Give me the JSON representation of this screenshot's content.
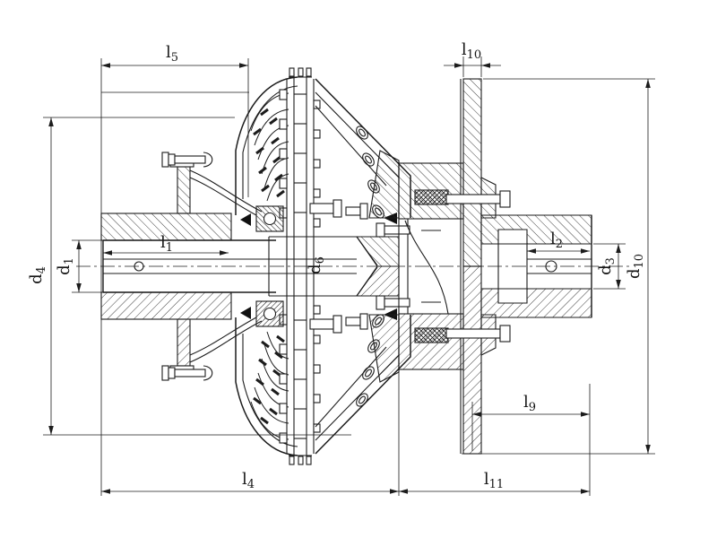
{
  "figure": {
    "kind": "engineering-sectional-drawing",
    "subject": "fluid coupling cross-section with dimension callouts"
  },
  "colors": {
    "background": "#ffffff",
    "line": "#1c1c1c"
  },
  "dimensions": {
    "l5": {
      "main": "l",
      "sub": "5"
    },
    "l10": {
      "main": "l",
      "sub": "10"
    },
    "l1": {
      "main": "l",
      "sub": "1"
    },
    "l2": {
      "main": "l",
      "sub": "2"
    },
    "l9": {
      "main": "l",
      "sub": "9"
    },
    "l4": {
      "main": "l",
      "sub": "4"
    },
    "l11": {
      "main": "l",
      "sub": "11"
    },
    "d4": {
      "main": "d",
      "sub": "4"
    },
    "d1": {
      "main": "d",
      "sub": "1"
    },
    "d6": {
      "main": "d",
      "sub": "6"
    },
    "d3": {
      "main": "d",
      "sub": "3"
    },
    "d10": {
      "main": "d",
      "sub": "10"
    }
  }
}
